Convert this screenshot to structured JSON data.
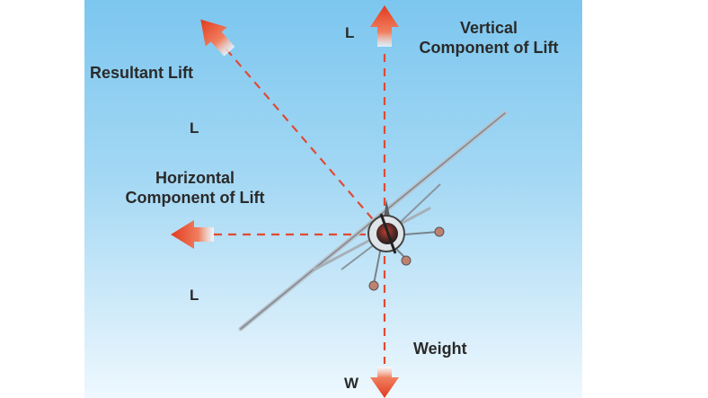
{
  "labels": {
    "vertical_line1": "Vertical",
    "vertical_line2": "Component of Lift",
    "resultant": "Resultant Lift",
    "horizontal_line1": "Horizontal",
    "horizontal_line2": "Component of Lift",
    "weight": "Weight",
    "l_top": "L",
    "l_mid": "L",
    "l_low": "L",
    "w_bottom": "W"
  },
  "colors": {
    "arrow": "#e8452a",
    "dashed_line": "#e04a32",
    "aircraft": "#9aa4ad",
    "sky_top": "#7cc6ef",
    "sky_bottom": "#eef8fe"
  }
}
